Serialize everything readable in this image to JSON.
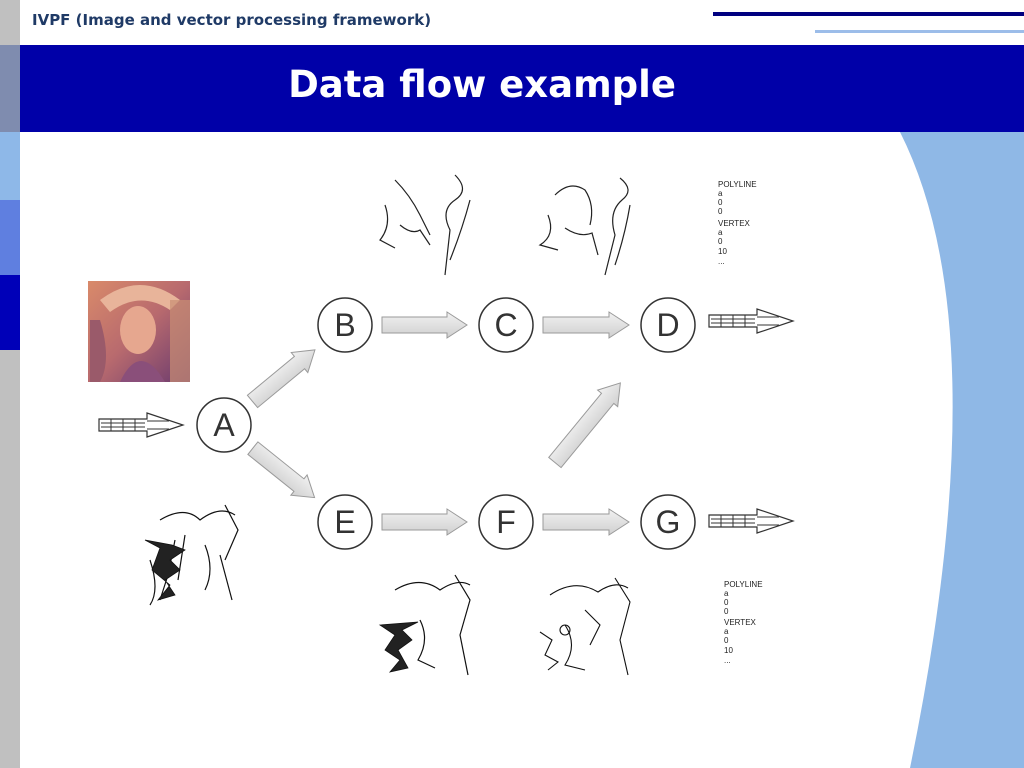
{
  "header": {
    "framework_title": "IVPF (Image and vector processing framework)"
  },
  "slide": {
    "title": "Data flow example"
  },
  "theme": {
    "band_color": "#0000a8",
    "left_strip_colors": [
      "#7f8caf",
      "#8eb8e8",
      "#5f7fe0",
      "#0000b8",
      "#c0c0c0"
    ],
    "background_curve": "#8fb8e6",
    "deco_lines": [
      "#000080",
      "#9cbde9"
    ]
  },
  "diagram": {
    "nodes": [
      {
        "id": "A",
        "label": "A"
      },
      {
        "id": "B",
        "label": "B"
      },
      {
        "id": "C",
        "label": "C"
      },
      {
        "id": "D",
        "label": "D"
      },
      {
        "id": "E",
        "label": "E"
      },
      {
        "id": "F",
        "label": "F"
      },
      {
        "id": "G",
        "label": "G"
      }
    ],
    "edges": [
      [
        "A",
        "B"
      ],
      [
        "A",
        "E"
      ],
      [
        "B",
        "C"
      ],
      [
        "C",
        "D"
      ],
      [
        "E",
        "F"
      ],
      [
        "F",
        "G"
      ],
      [
        "F",
        "D"
      ]
    ],
    "vector_output_top": [
      "POLYLINE",
      "a",
      "0",
      "0",
      "VERTEX",
      "a",
      "0",
      "10",
      "..."
    ],
    "vector_output_bottom": [
      "POLYLINE",
      "a",
      "0",
      "0",
      "VERTEX",
      "a",
      "0",
      "10",
      "..."
    ],
    "thumbnails": [
      {
        "name": "input-photo",
        "icon": "portrait-photo"
      },
      {
        "name": "edge-image-e",
        "icon": "edge-sketch"
      },
      {
        "name": "edge-image-b",
        "icon": "line-sketch"
      },
      {
        "name": "edge-image-c",
        "icon": "line-sketch"
      },
      {
        "name": "edge-image-f",
        "icon": "edge-sketch"
      },
      {
        "name": "edge-image-g",
        "icon": "edge-sketch"
      }
    ]
  }
}
